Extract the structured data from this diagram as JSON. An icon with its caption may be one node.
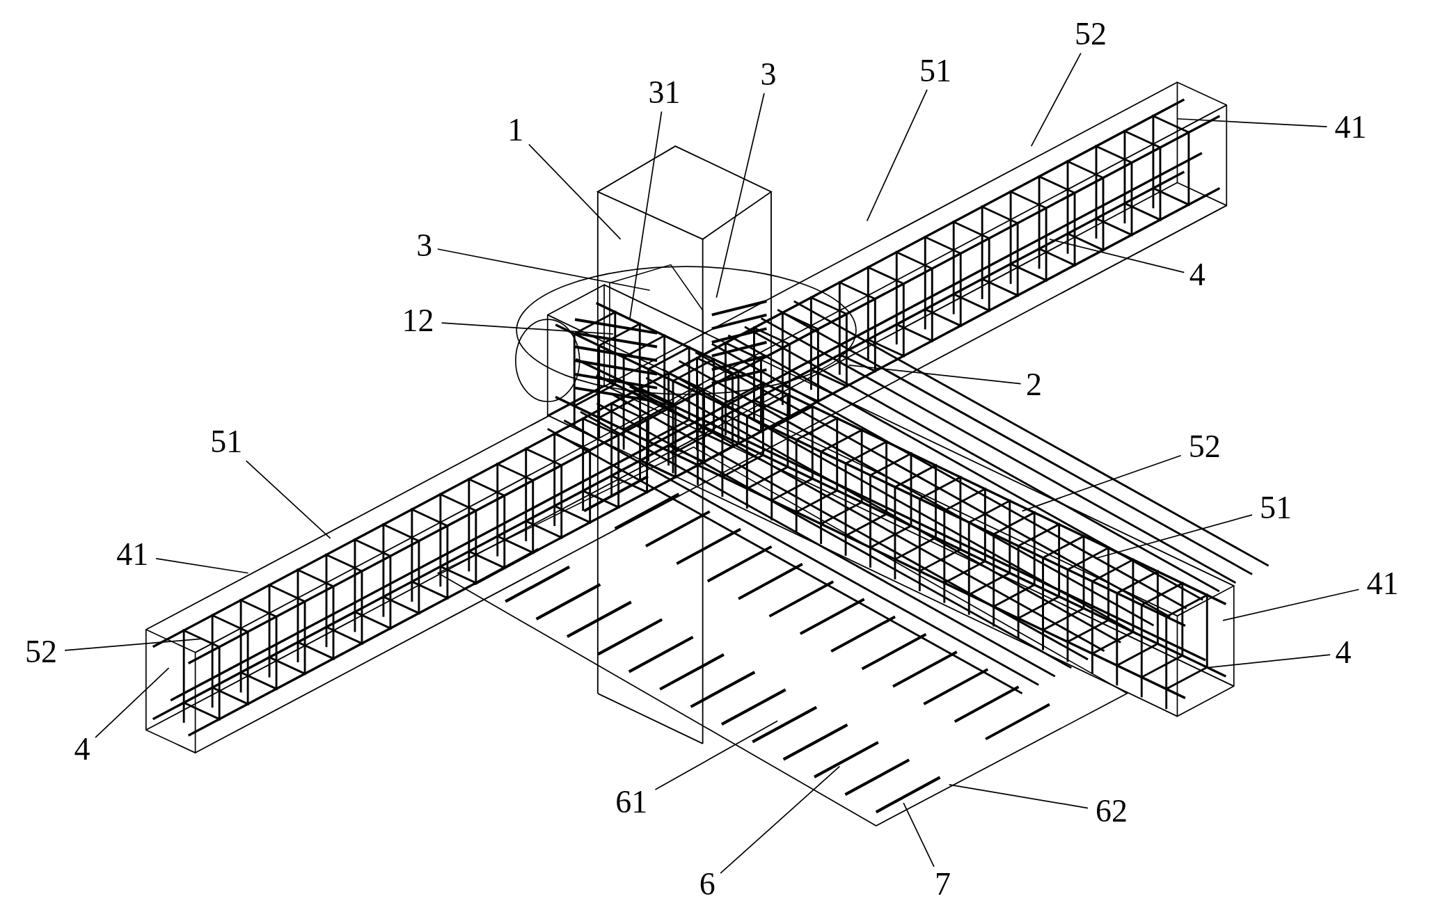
{
  "diagram": {
    "nodes": [
      {
        "text": [
          "52"
        ]
      },
      {
        "text": [
          "51"
        ]
      },
      {
        "text": [
          "3"
        ]
      },
      {
        "text": [
          "31"
        ]
      },
      {
        "text": [
          "41"
        ]
      },
      {
        "text": [
          "1"
        ]
      },
      {
        "text": [
          "3"
        ]
      },
      {
        "text": [
          "4"
        ]
      },
      {
        "text": [
          "12"
        ]
      },
      {
        "text": [
          "2"
        ]
      },
      {
        "text": [
          "51"
        ]
      },
      {
        "text": [
          "52"
        ]
      },
      {
        "text": [
          "51"
        ]
      },
      {
        "text": [
          "41"
        ]
      },
      {
        "text": [
          "41"
        ]
      },
      {
        "text": [
          "52"
        ]
      },
      {
        "text": [
          "4"
        ]
      },
      {
        "text": [
          "4"
        ]
      },
      {
        "text": [
          "61"
        ]
      },
      {
        "text": [
          "62"
        ]
      },
      {
        "text": [
          "6"
        ]
      },
      {
        "text": [
          "7"
        ]
      }
    ],
    "edges": [
      {
        "from": 0,
        "to": null,
        "arrow": "none"
      },
      {
        "from": 1,
        "to": null,
        "arrow": "none"
      },
      {
        "from": 2,
        "to": null,
        "arrow": "none"
      },
      {
        "from": 3,
        "to": null,
        "arrow": "none"
      },
      {
        "from": 4,
        "to": null,
        "arrow": "none"
      },
      {
        "from": 5,
        "to": null,
        "arrow": "none"
      },
      {
        "from": 6,
        "to": null,
        "arrow": "none"
      },
      {
        "from": 7,
        "to": null,
        "arrow": "none"
      },
      {
        "from": 8,
        "to": null,
        "arrow": "none"
      },
      {
        "from": 9,
        "to": null,
        "arrow": "none"
      },
      {
        "from": 10,
        "to": null,
        "arrow": "none"
      },
      {
        "from": 11,
        "to": null,
        "arrow": "none"
      },
      {
        "from": 12,
        "to": null,
        "arrow": "none"
      },
      {
        "from": 13,
        "to": null,
        "arrow": "none"
      },
      {
        "from": 14,
        "to": null,
        "arrow": "none"
      },
      {
        "from": 15,
        "to": null,
        "arrow": "none"
      },
      {
        "from": 16,
        "to": null,
        "arrow": "none"
      },
      {
        "from": 17,
        "to": null,
        "arrow": "none"
      },
      {
        "from": 18,
        "to": null,
        "arrow": "none"
      },
      {
        "from": 19,
        "to": null,
        "arrow": "none"
      },
      {
        "from": 20,
        "to": null,
        "arrow": "none"
      },
      {
        "from": 21,
        "to": null,
        "arrow": "none"
      }
    ]
  }
}
